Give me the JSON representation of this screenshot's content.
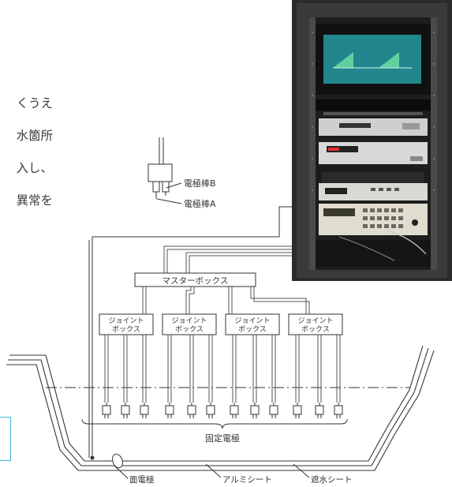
{
  "body_text": [
    "くうえ",
    "水箇所",
    "入し、",
    "異常を"
  ],
  "labels": {
    "electrode_b": "電極棒B",
    "electrode_a": "電極棒A",
    "master_box": "マスターボックス",
    "joint_box_line1": "ジョイント",
    "joint_box_line2": "ボックス",
    "fixed_electrode": "固定電極",
    "surface_electrode": "面電極",
    "aluminum_sheet": "アルミシート",
    "waterproof_sheet": "遮水シート"
  },
  "colors": {
    "accent_box": "#41b3d8",
    "line": "#333333",
    "rack_frame": "#2d2d2d",
    "monitor_screen": "#1f9a8c"
  }
}
